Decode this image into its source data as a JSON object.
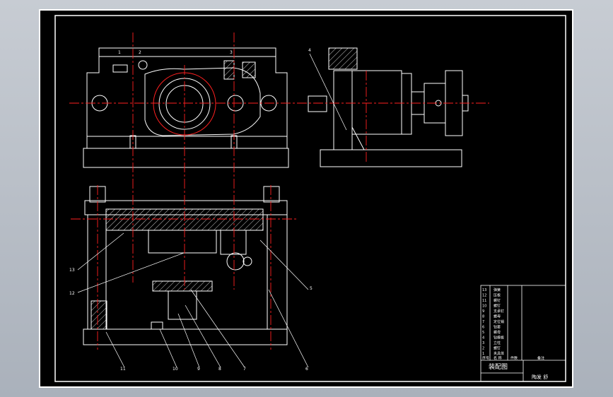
{
  "drawing": {
    "balloons": [
      {
        "id": "b1",
        "text": "1"
      },
      {
        "id": "b2",
        "text": "2"
      },
      {
        "id": "b3",
        "text": "3"
      },
      {
        "id": "b4",
        "text": "4"
      },
      {
        "id": "b5",
        "text": "5"
      },
      {
        "id": "b6",
        "text": "6"
      },
      {
        "id": "b7",
        "text": "7"
      },
      {
        "id": "b8",
        "text": "8"
      },
      {
        "id": "b9",
        "text": "9"
      },
      {
        "id": "b10",
        "text": "10"
      },
      {
        "id": "b11",
        "text": "11"
      },
      {
        "id": "b12",
        "text": "12"
      },
      {
        "id": "b13",
        "text": "13"
      }
    ]
  },
  "title_block": {
    "parts_rows": [
      {
        "no": "13",
        "name": "弹簧"
      },
      {
        "no": "12",
        "name": "压板"
      },
      {
        "no": "11",
        "name": "螺钉"
      },
      {
        "no": "10",
        "name": "螺钉"
      },
      {
        "no": "9",
        "name": "支承钉"
      },
      {
        "no": "8",
        "name": "螺母"
      },
      {
        "no": "7",
        "name": "定位销"
      },
      {
        "no": "6",
        "name": "钻套"
      },
      {
        "no": "5",
        "name": "螺母"
      },
      {
        "no": "4",
        "name": "钻模板"
      },
      {
        "no": "3",
        "name": "立柱"
      },
      {
        "no": "2",
        "name": "螺钉"
      },
      {
        "no": "1",
        "name": "夹具体"
      }
    ],
    "header_no": "序号",
    "header_name": "名 称",
    "header_qty": "件数",
    "header_note": "备注",
    "title": "装配图",
    "designer": "陶发 舒"
  }
}
